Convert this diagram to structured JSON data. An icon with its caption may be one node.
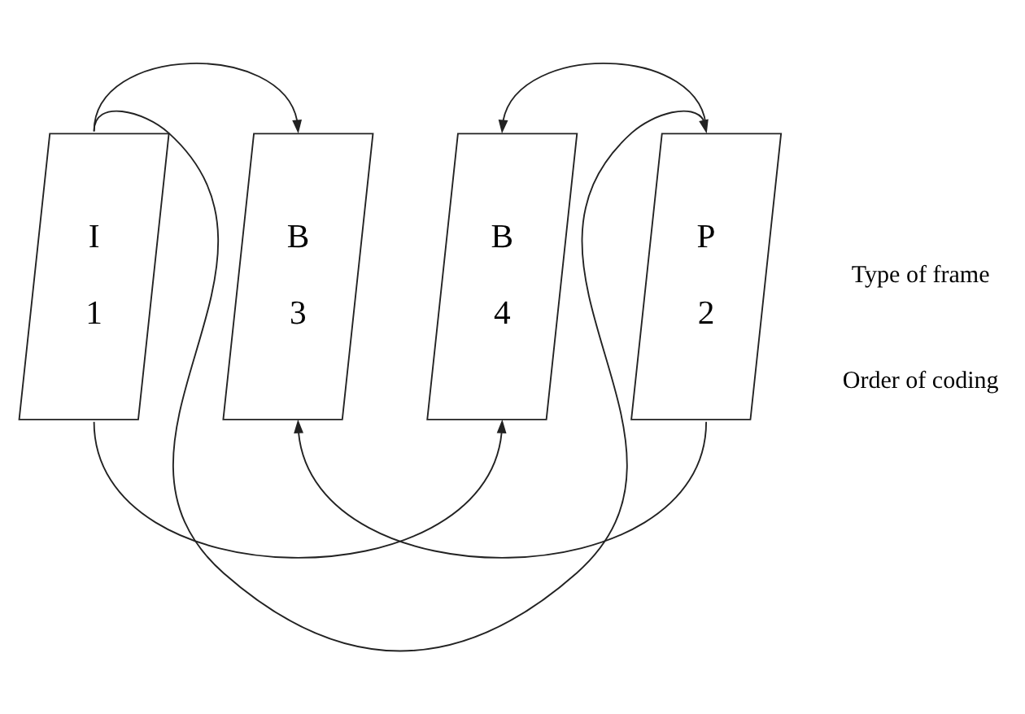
{
  "diagram": {
    "nodes": [
      {
        "text": [
          "I",
          "1"
        ]
      },
      {
        "text": [
          "B",
          "3"
        ]
      },
      {
        "text": [
          "B",
          "4"
        ]
      },
      {
        "text": [
          "P",
          "2"
        ]
      }
    ],
    "edges": [
      {
        "from": 0,
        "to": 1,
        "arrow": "to"
      },
      {
        "from": 0,
        "to": 3,
        "arrow": "to"
      },
      {
        "from": 3,
        "to": 1,
        "arrow": "to"
      },
      {
        "from": 0,
        "to": 2,
        "arrow": "to"
      },
      {
        "from": 3,
        "to": 2,
        "arrow": "to"
      }
    ],
    "labels": [
      "Type of frame",
      "Order of coding"
    ]
  }
}
